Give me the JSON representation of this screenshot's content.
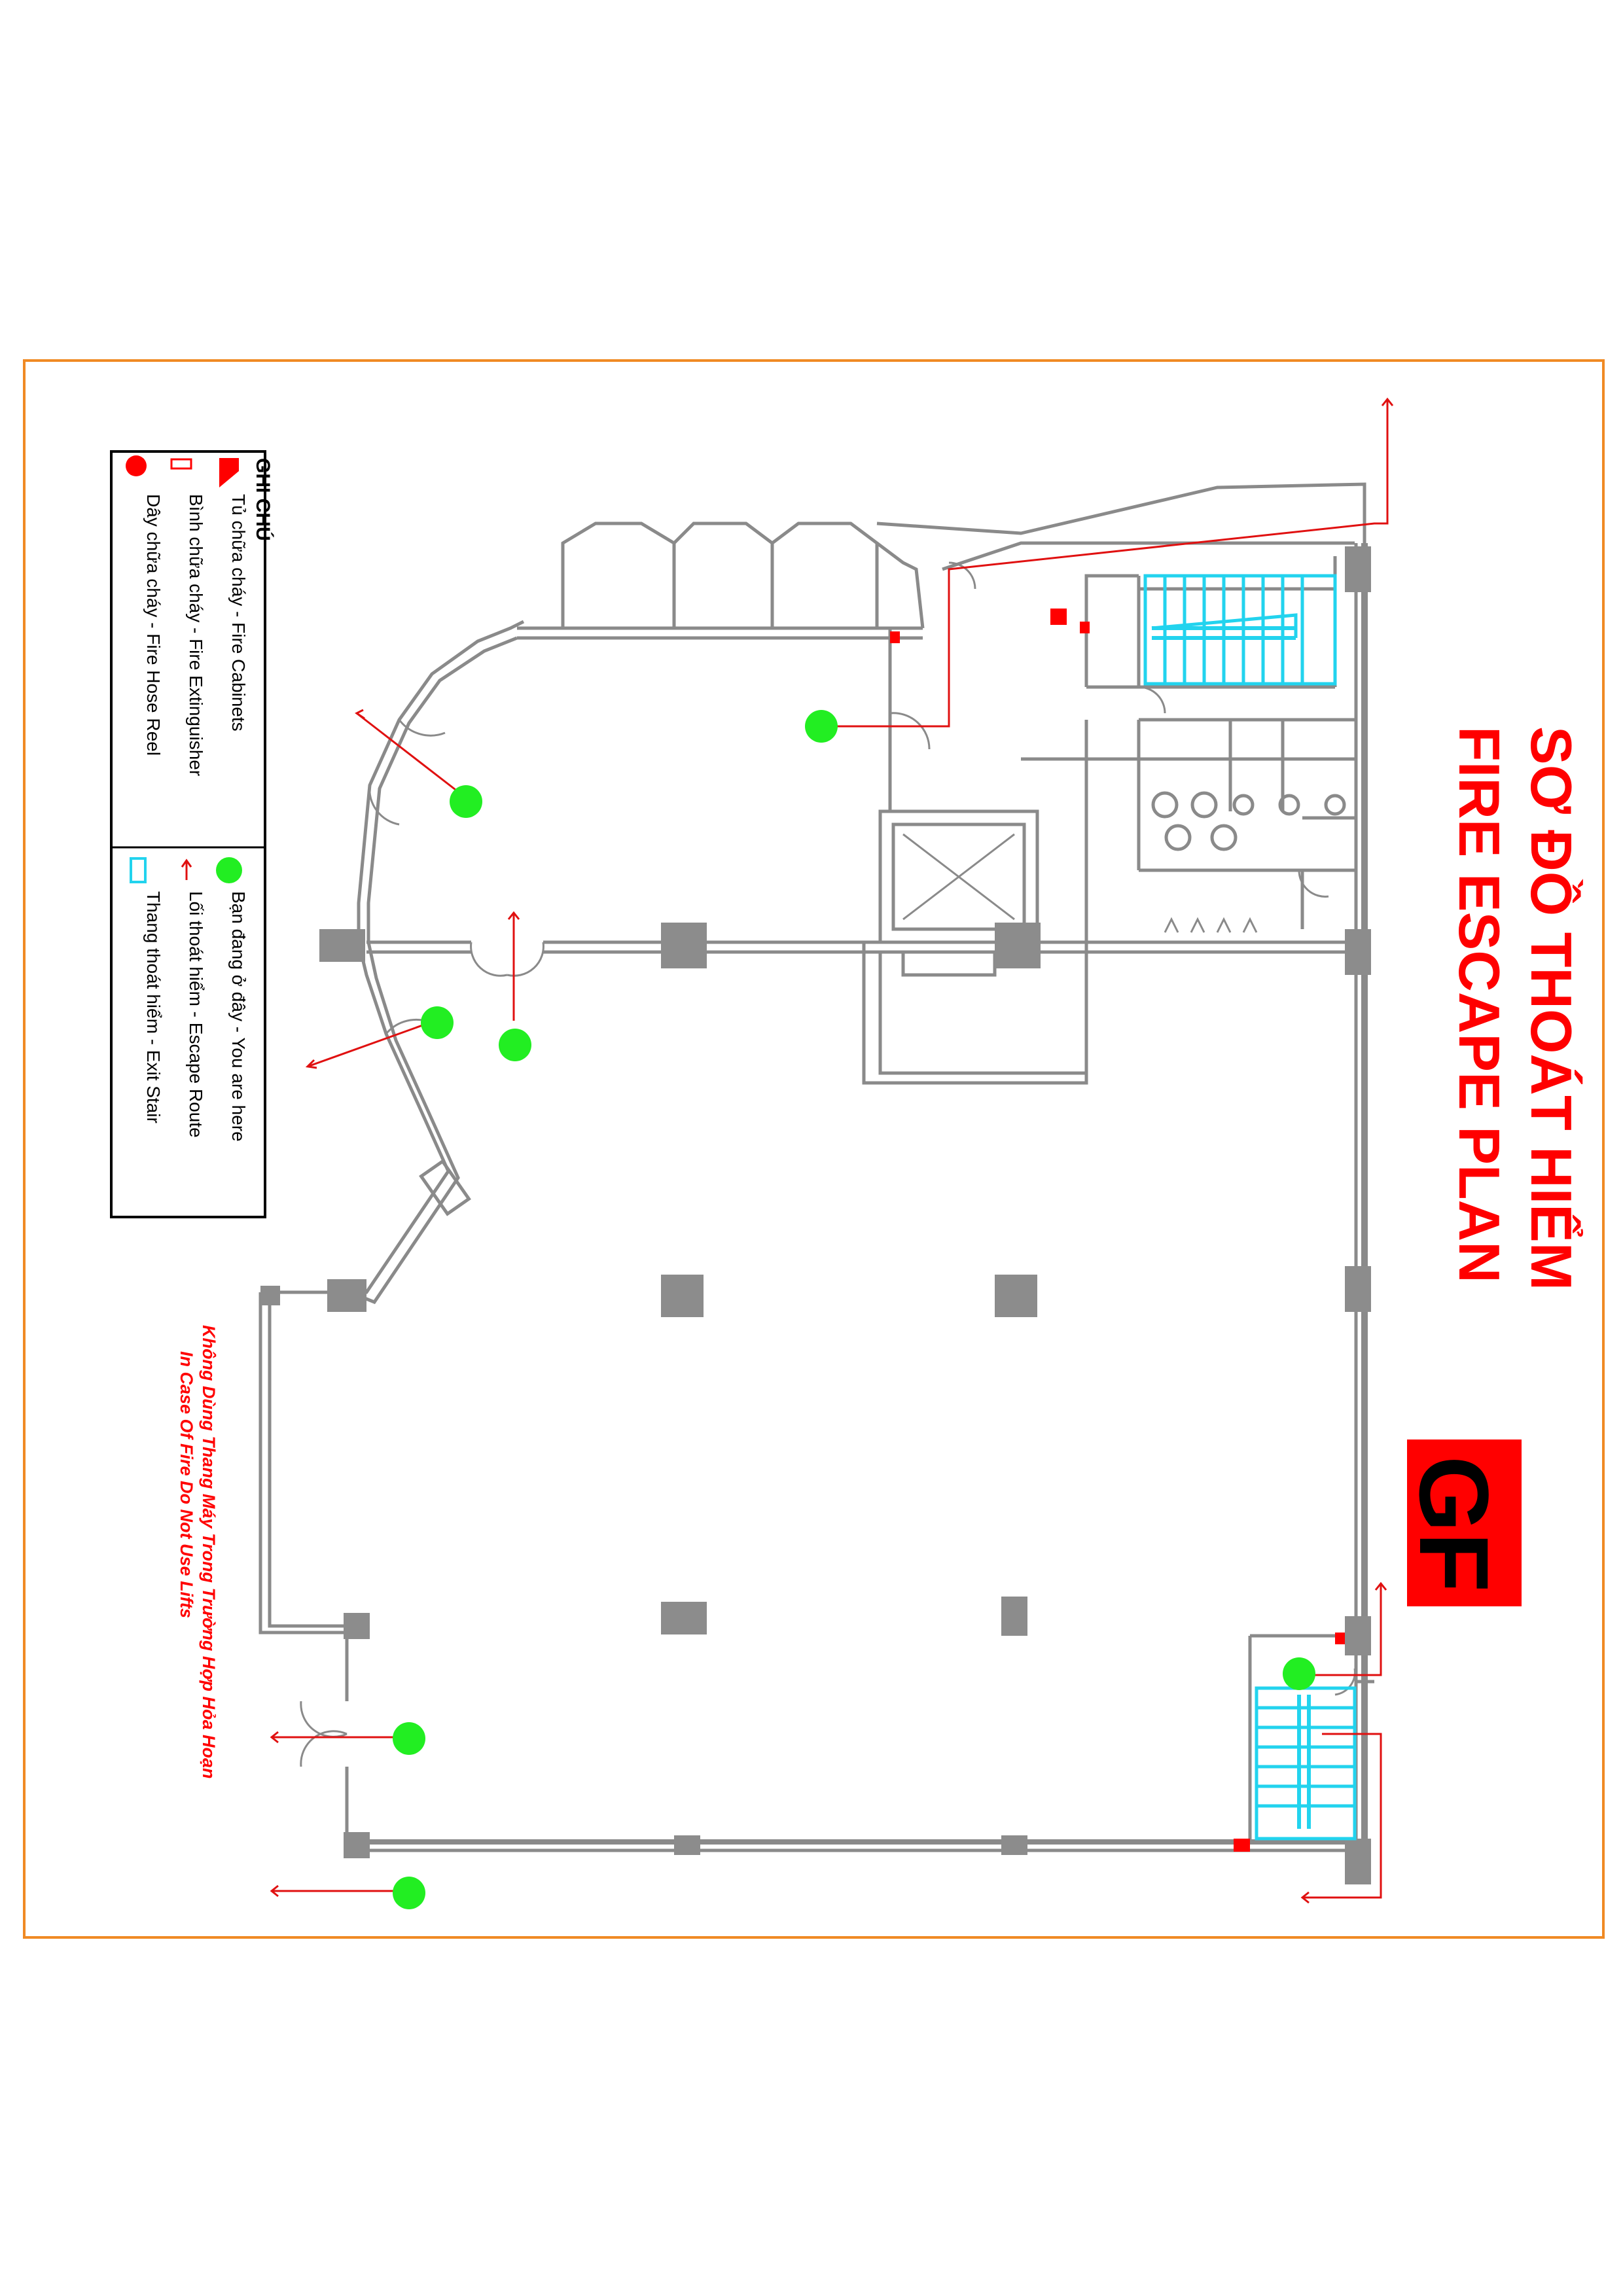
{
  "title": {
    "vi": "SƠ ĐỒ THOÁT HIỂM",
    "en": "FIRE ESCAPE PLAN"
  },
  "floor_badge": "GF",
  "warning": {
    "vi": "Không Dùng Thang Máy Trong Trường Hợp Hỏa Hoạn",
    "en": "In Case Of Fire Do Not Use Lifts"
  },
  "legend": {
    "heading": "GHI CHÚ",
    "items": [
      {
        "label": "Tủ chữa cháy - Fire Cabinets",
        "icon": "fire-cabinet-icon"
      },
      {
        "label": "Bình chữa cháy - Fire Extinguisher",
        "icon": "fire-extinguisher-icon"
      },
      {
        "label": "Dây chữa cháy - Fire Hose Reel",
        "icon": "fire-hose-reel-icon"
      },
      {
        "label": "Bạn đang ở đây - You are here",
        "icon": "you-are-here-icon"
      },
      {
        "label": "Lối thoát hiểm - Escape Route",
        "icon": "escape-route-arrow-icon"
      },
      {
        "label": "Thang thoát hiểm - Exit Stair",
        "icon": "exit-stair-icon"
      }
    ]
  },
  "colors": {
    "title_red": "#ff0000",
    "border_orange": "#f08a24",
    "wall_gray": "#8a8a8a",
    "column_gray": "#8c8c8c",
    "marker_green": "#22ee22",
    "stair_cyan": "#22d3ee",
    "route_red": "#e01010"
  }
}
